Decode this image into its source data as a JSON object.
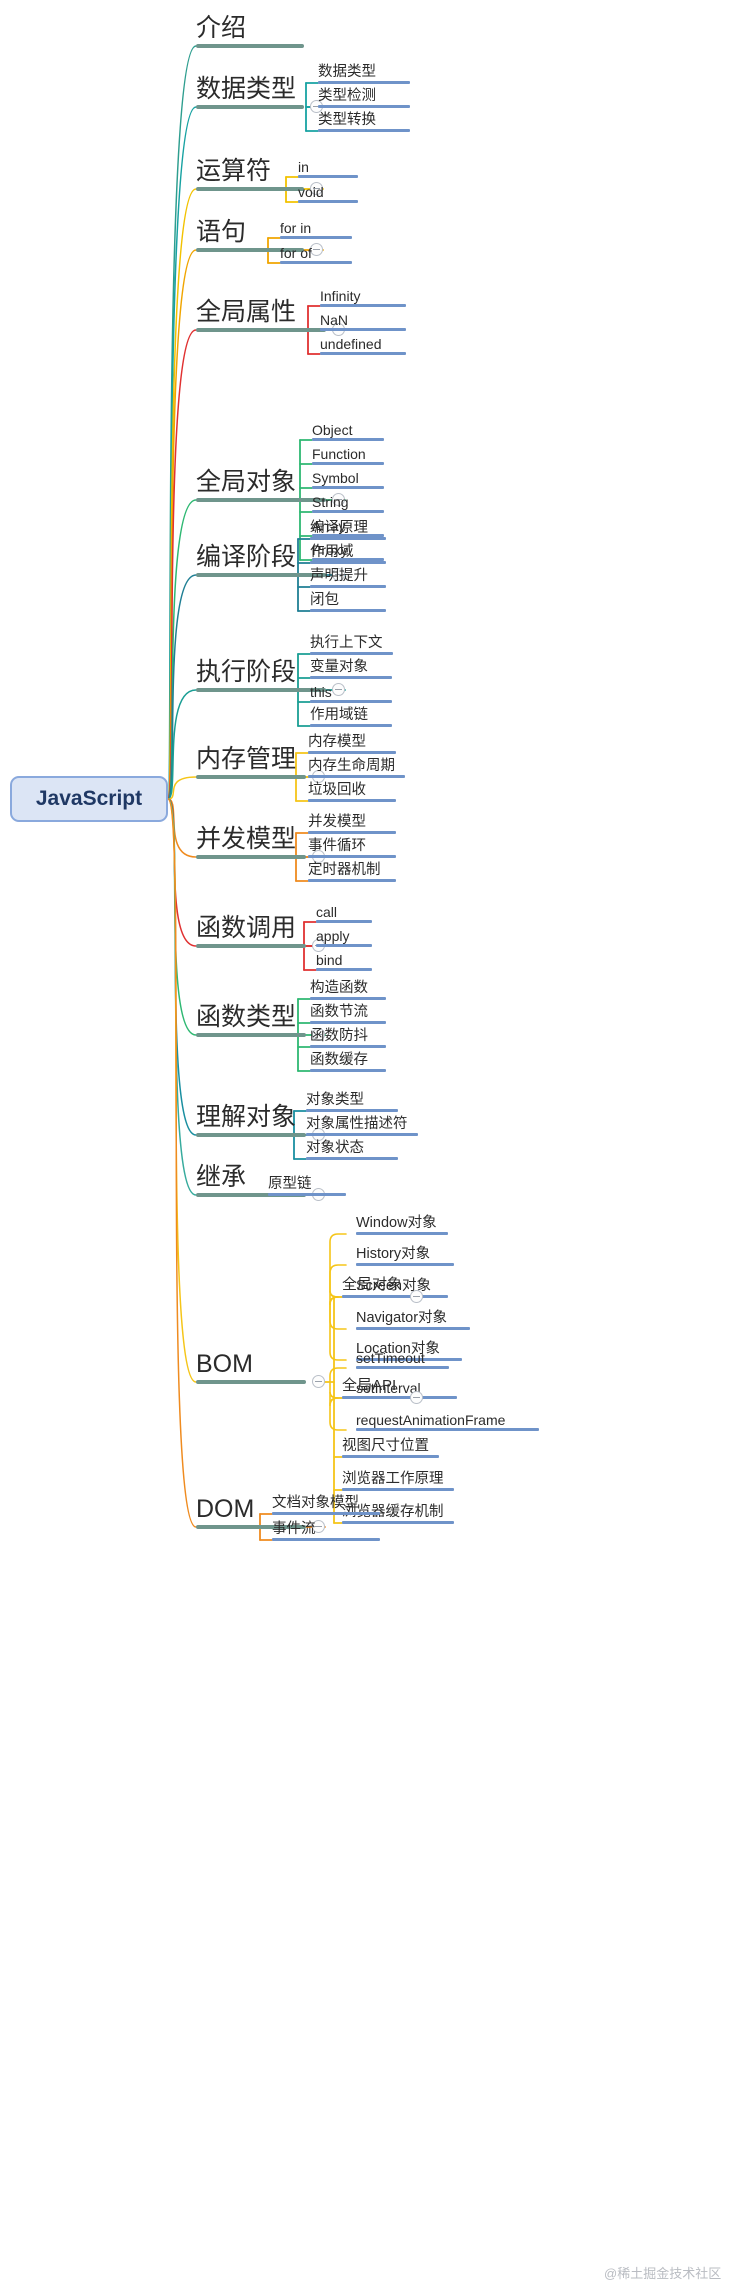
{
  "title": "JavaScript",
  "watermark": "@稀土掘金技术社区",
  "colors": {
    "root_fill": "#dce5f5",
    "root_border": "#8aa9dd",
    "root_text": "#1f3864",
    "topic_bar": "#6f958c",
    "leaf_bar": "#6f93c9",
    "text": "#2b2b2b",
    "watermark": "#b9bcc2"
  },
  "branch_colors": [
    "#2e9e8f",
    "#17a2a2",
    "#f2c200",
    "#f0a500",
    "#e03131",
    "#2eb872",
    "#1f9e94",
    "#1a8fa8",
    "#2fb0a0",
    "#f5c518",
    "#ef8b1f",
    "#e03131",
    "#2eb872",
    "#1aa0a0",
    "#37ab9d",
    "#f5c518",
    "#ef8b1f"
  ],
  "topics": [
    {
      "label": "介绍",
      "color": "#2e9e8f",
      "children": []
    },
    {
      "label": "数据类型",
      "color": "#17a2a2",
      "children": [
        {
          "label": "数据类型"
        },
        {
          "label": "类型检测"
        },
        {
          "label": "类型转换"
        }
      ]
    },
    {
      "label": "运算符",
      "color": "#f2c200",
      "children": [
        {
          "label": "in"
        },
        {
          "label": "void"
        }
      ]
    },
    {
      "label": "语句",
      "color": "#f0a500",
      "children": [
        {
          "label": "for in"
        },
        {
          "label": "for of"
        }
      ]
    },
    {
      "label": "全局属性",
      "color": "#e03131",
      "children": [
        {
          "label": "Infinity"
        },
        {
          "label": "NaN"
        },
        {
          "label": "undefined"
        }
      ]
    },
    {
      "label": "全局对象",
      "color": "#2eb872",
      "children": [
        {
          "label": "Object"
        },
        {
          "label": "Function"
        },
        {
          "label": "Symbol"
        },
        {
          "label": "String"
        },
        {
          "label": "Array"
        },
        {
          "label": "Proxy"
        }
      ]
    },
    {
      "label": "编译阶段",
      "color": "#1f7f94",
      "children": [
        {
          "label": "编译原理"
        },
        {
          "label": "作用域"
        },
        {
          "label": "声明提升"
        },
        {
          "label": "闭包"
        }
      ]
    },
    {
      "label": "执行阶段",
      "color": "#1a9e94",
      "children": [
        {
          "label": "执行上下文"
        },
        {
          "label": "变量对象"
        },
        {
          "label": "this"
        },
        {
          "label": "作用域链"
        }
      ]
    },
    {
      "label": "内存管理",
      "color": "#f5c518",
      "children": [
        {
          "label": "内存模型"
        },
        {
          "label": "内存生命周期"
        },
        {
          "label": "垃圾回收"
        }
      ]
    },
    {
      "label": "并发模型",
      "color": "#ef8b1f",
      "children": [
        {
          "label": "并发模型"
        },
        {
          "label": "事件循环"
        },
        {
          "label": "定时器机制"
        }
      ]
    },
    {
      "label": "函数调用",
      "color": "#e03131",
      "children": [
        {
          "label": "call"
        },
        {
          "label": "apply"
        },
        {
          "label": "bind"
        }
      ]
    },
    {
      "label": "函数类型",
      "color": "#2eb872",
      "children": [
        {
          "label": "构造函数"
        },
        {
          "label": "函数节流"
        },
        {
          "label": "函数防抖"
        },
        {
          "label": "函数缓存"
        }
      ]
    },
    {
      "label": "理解对象",
      "color": "#1a8fa0",
      "children": [
        {
          "label": "对象类型"
        },
        {
          "label": "对象属性描述符"
        },
        {
          "label": "对象状态"
        }
      ]
    },
    {
      "label": "继承",
      "color": "#37ab9d",
      "children": [
        {
          "label": "原型链"
        }
      ]
    },
    {
      "label": "BOM",
      "color": "#f5c518",
      "groups": [
        {
          "label": "全局对象",
          "children": [
            {
              "label": "Window对象"
            },
            {
              "label": "History对象"
            },
            {
              "label": "Screen对象"
            },
            {
              "label": "Navigator对象"
            },
            {
              "label": "Location对象"
            }
          ]
        },
        {
          "label": "全局API",
          "children": [
            {
              "label": "setTimeout"
            },
            {
              "label": "setInterval"
            },
            {
              "label": "requestAnimationFrame"
            }
          ]
        }
      ],
      "children": [
        {
          "label": "视图尺寸位置"
        },
        {
          "label": "浏览器工作原理"
        },
        {
          "label": "浏览器缓存机制"
        }
      ]
    },
    {
      "label": "DOM",
      "color": "#ef8b1f",
      "children": [
        {
          "label": "文档对象模型"
        },
        {
          "label": "事件流"
        }
      ]
    }
  ]
}
